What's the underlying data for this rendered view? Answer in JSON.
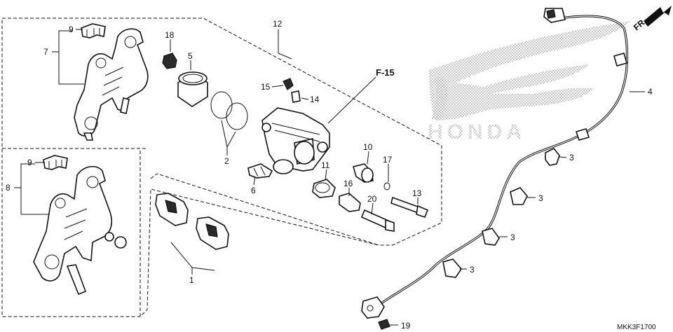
{
  "diagram_code": "MKK3F1700",
  "front_indicator": "FR.",
  "reference": "F-15",
  "watermark_logo": "HONDA",
  "callouts": {
    "p1": "1",
    "p2": "2",
    "p3": "3",
    "p4": "4",
    "p5": "5",
    "p6": "6",
    "p7": "7",
    "p8": "8",
    "p9": "9",
    "p10": "10",
    "p11": "11",
    "p12": "12",
    "p13": "13",
    "p14": "14",
    "p15": "15",
    "p16": "16",
    "p17": "17",
    "p18": "18",
    "p19": "19",
    "p20": "20"
  }
}
